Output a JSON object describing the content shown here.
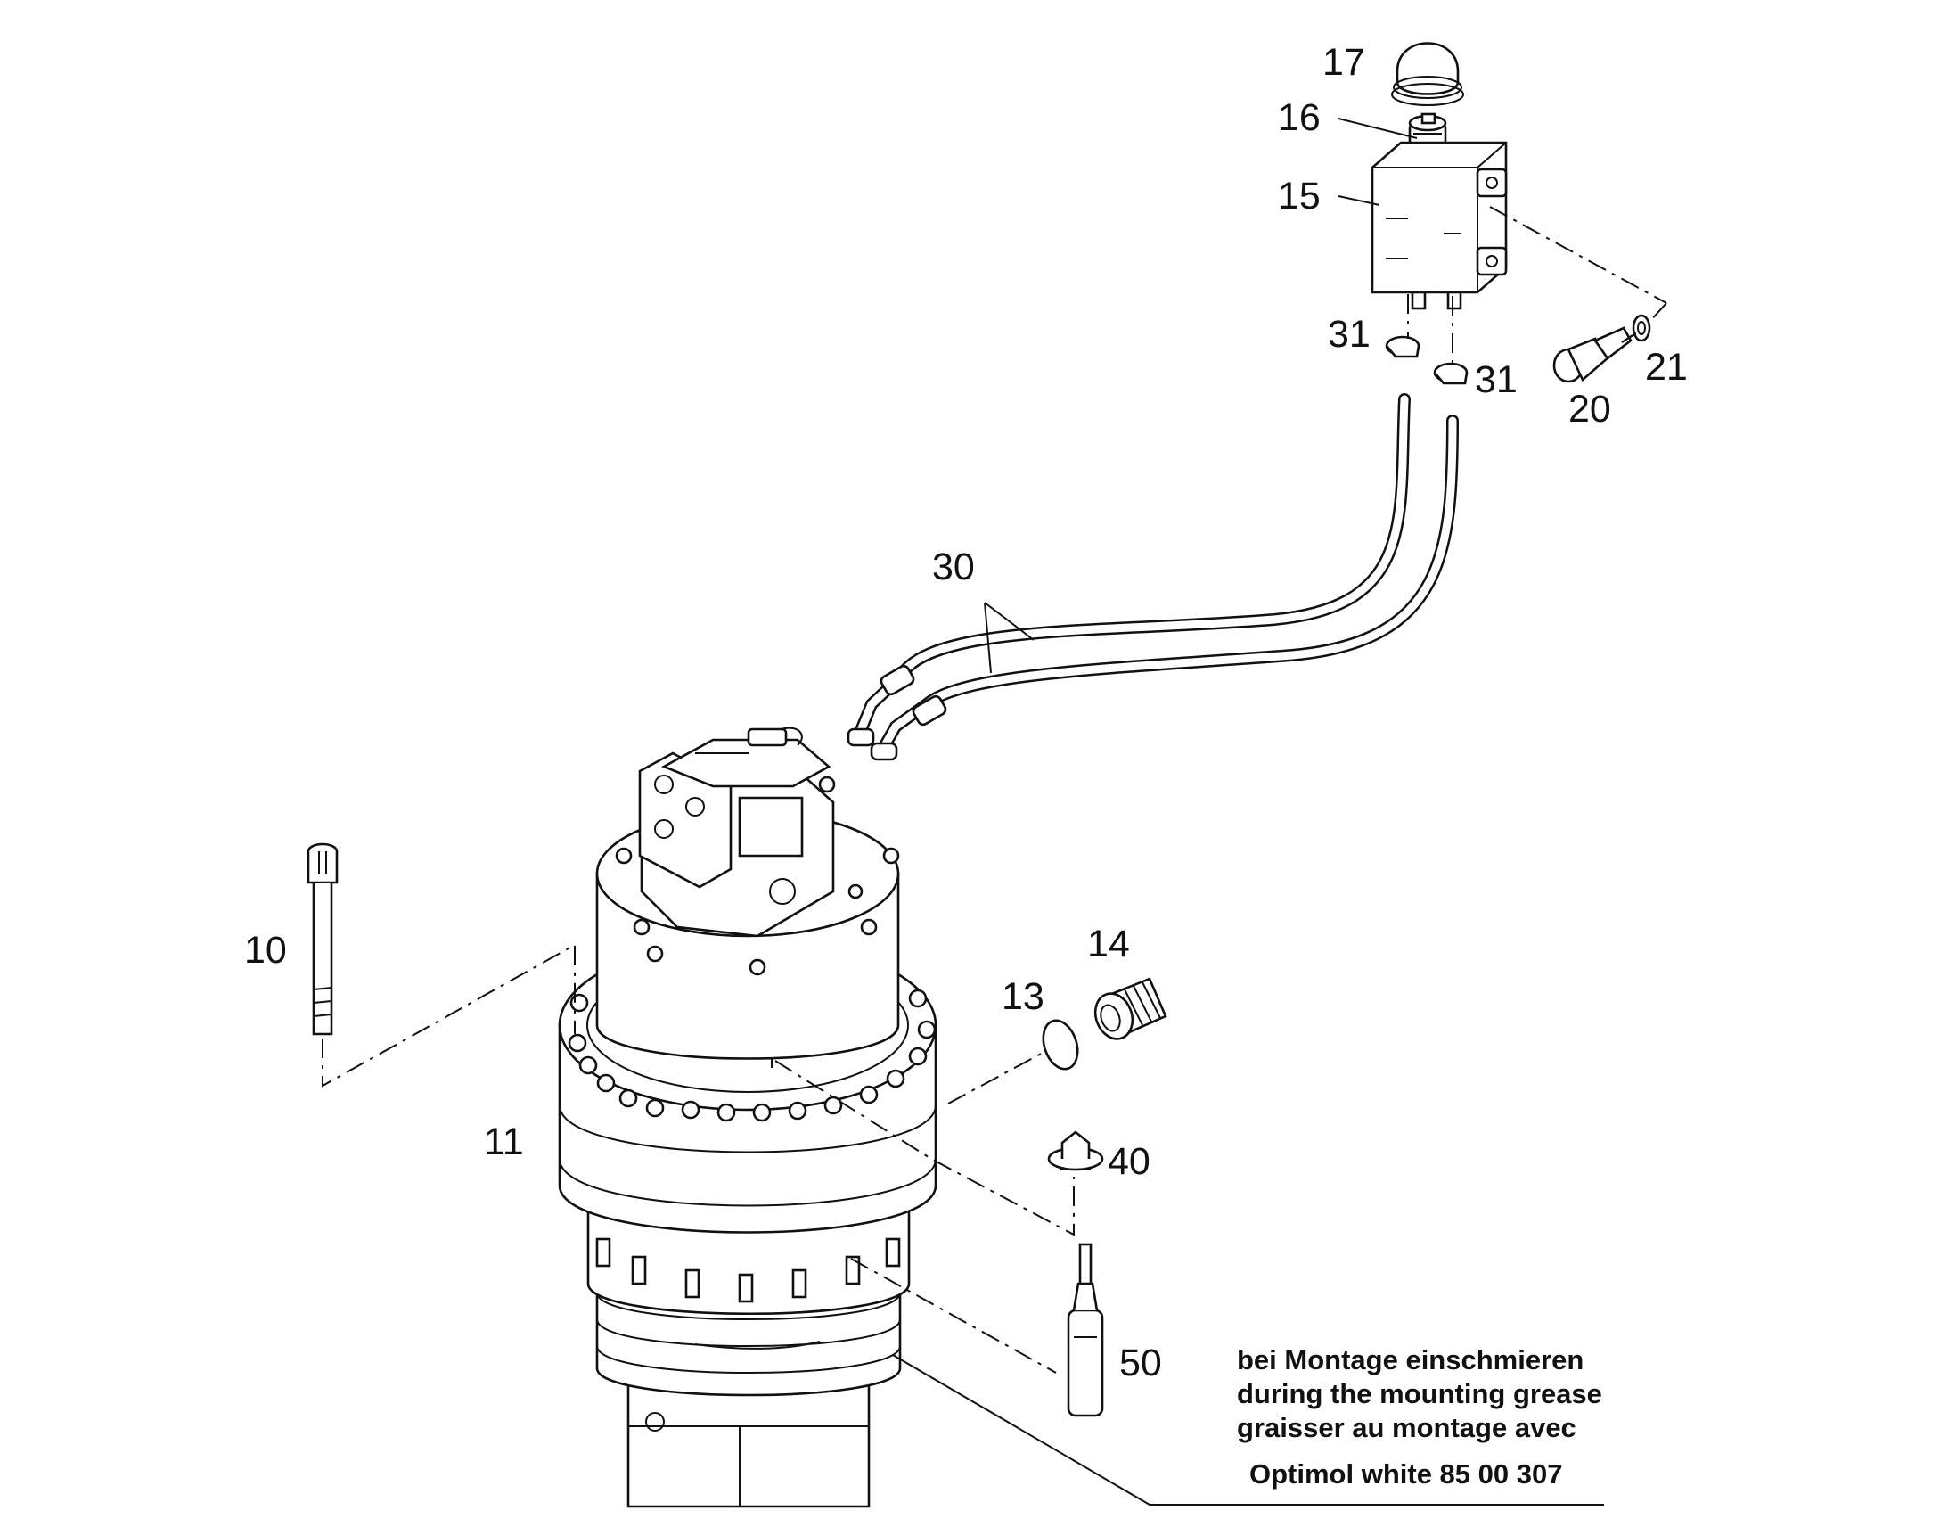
{
  "diagram": {
    "callouts": [
      {
        "id": "c17",
        "text": "17"
      },
      {
        "id": "c16",
        "text": "16"
      },
      {
        "id": "c15",
        "text": "15"
      },
      {
        "id": "c31a",
        "text": "31"
      },
      {
        "id": "c31b",
        "text": "31"
      },
      {
        "id": "c20",
        "text": "20"
      },
      {
        "id": "c21",
        "text": "21"
      },
      {
        "id": "c30",
        "text": "30"
      },
      {
        "id": "c10",
        "text": "10"
      },
      {
        "id": "c14",
        "text": "14"
      },
      {
        "id": "c13",
        "text": "13"
      },
      {
        "id": "c11",
        "text": "11"
      },
      {
        "id": "c40",
        "text": "40"
      },
      {
        "id": "c50",
        "text": "50"
      }
    ],
    "note": {
      "line1": "bei Montage einschmieren",
      "line2": "during the mounting grease",
      "line3": "graisser au montage avec",
      "product": "Optimol white 85 00 307"
    }
  }
}
